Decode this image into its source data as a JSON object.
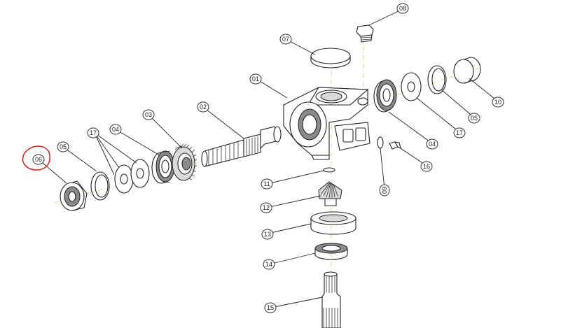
{
  "diagram": {
    "callouts": [
      {
        "id": "c01",
        "label": "01"
      },
      {
        "id": "c02",
        "label": "02"
      },
      {
        "id": "c03",
        "label": "03"
      },
      {
        "id": "c04a",
        "label": "04"
      },
      {
        "id": "c04b",
        "label": "04"
      },
      {
        "id": "c05a",
        "label": "05"
      },
      {
        "id": "c05b",
        "label": "05"
      },
      {
        "id": "c06",
        "label": "06"
      },
      {
        "id": "c07",
        "label": "07"
      },
      {
        "id": "c08",
        "label": "08"
      },
      {
        "id": "c09",
        "label": "09"
      },
      {
        "id": "c10",
        "label": "10"
      },
      {
        "id": "c11",
        "label": "11"
      },
      {
        "id": "c12",
        "label": "12"
      },
      {
        "id": "c13",
        "label": "13"
      },
      {
        "id": "c14",
        "label": "14"
      },
      {
        "id": "c15",
        "label": "15"
      },
      {
        "id": "c16",
        "label": "16"
      },
      {
        "id": "c17a",
        "label": "17"
      },
      {
        "id": "c17b",
        "label": "17"
      }
    ],
    "highlighted_callout": "06",
    "colors": {
      "line": "#222222",
      "axis": "#e0c060",
      "highlight": "#e2231a",
      "shading": "#8a8a8a"
    }
  }
}
